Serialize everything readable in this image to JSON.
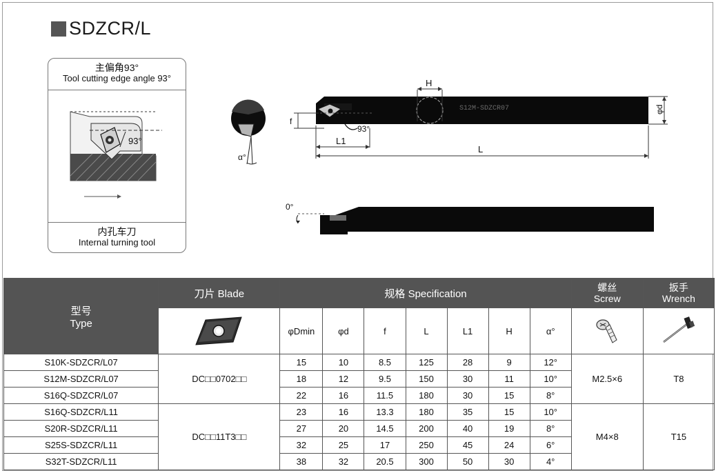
{
  "title": "SDZCR/L",
  "diagram": {
    "box_title_cn": "主偏角93°",
    "box_title_en": "Tool cutting edge angle 93°",
    "box_angle": "93°",
    "box_footer_cn": "内孔车刀",
    "box_footer_en": "Internal turning tool",
    "alpha_label": "α°",
    "dim_H": "H",
    "dim_f": "f",
    "dim_L1": "L1",
    "dim_L": "L",
    "dim_d": "φd",
    "angle_93": "93°",
    "angle_0": "0°",
    "bar_marking": "S12M-SDZCR07"
  },
  "table": {
    "type_cn": "型号",
    "type_en": "Type",
    "blade_header": "刀片 Blade",
    "spec_header": "规格 Specification",
    "screw_cn": "螺丝",
    "screw_en": "Screw",
    "wrench_cn": "扳手",
    "wrench_en": "Wrench",
    "columns": [
      "φDmin",
      "φd",
      "f",
      "L",
      "L1",
      "H",
      "α°"
    ],
    "rows": [
      [
        "S10K-SDZCR/L07",
        "15",
        "10",
        "8.5",
        "125",
        "28",
        "9",
        "12°"
      ],
      [
        "S12M-SDZCR/L07",
        "18",
        "12",
        "9.5",
        "150",
        "30",
        "11",
        "10°"
      ],
      [
        "S16Q-SDZCR/L07",
        "22",
        "16",
        "11.5",
        "180",
        "30",
        "15",
        "8°"
      ],
      [
        "S16Q-SDZCR/L11",
        "23",
        "16",
        "13.3",
        "180",
        "35",
        "15",
        "10°"
      ],
      [
        "S20R-SDZCR/L11",
        "27",
        "20",
        "14.5",
        "200",
        "40",
        "19",
        "8°"
      ],
      [
        "S25S-SDZCR/L11",
        "32",
        "25",
        "17",
        "250",
        "45",
        "24",
        "6°"
      ],
      [
        "S32T-SDZCR/L11",
        "38",
        "32",
        "20.5",
        "300",
        "50",
        "30",
        "4°"
      ]
    ],
    "groups": [
      {
        "blade": "DC□□0702□□",
        "screw": "M2.5×6",
        "wrench": "T8"
      },
      {
        "blade": "DC□□11T3□□",
        "screw": "M4×8",
        "wrench": "T15"
      }
    ]
  }
}
